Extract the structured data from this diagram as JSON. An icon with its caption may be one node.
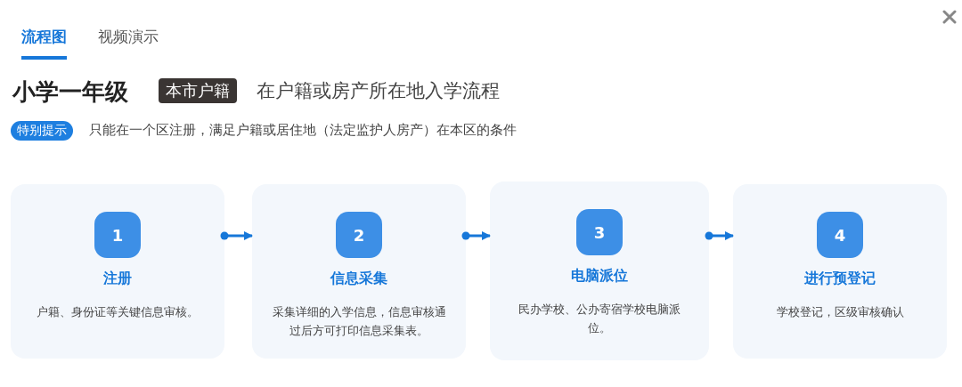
{
  "diagram": {
    "nodes": [
      {
        "text": [
          "1",
          "注册",
          "户籍、身份证等关键信息审核。"
        ]
      },
      {
        "text": [
          "2",
          "信息采集",
          "采集详细的入学信息，信息审核通过后方可打印信息采集表。"
        ]
      },
      {
        "text": [
          "3",
          "电脑派位",
          "民办学校、公办寄宿学校电脑派位。"
        ]
      },
      {
        "text": [
          "4",
          "进行预登记",
          "学校登记，区级审核确认"
        ]
      }
    ],
    "edges": [
      {
        "from": 0,
        "to": 1,
        "arrow": "to"
      },
      {
        "from": 1,
        "to": 2,
        "arrow": "to"
      },
      {
        "from": 2,
        "to": 3,
        "arrow": "to"
      }
    ],
    "labels": [
      "流程图",
      "视频演示",
      "小学一年级",
      "本市户籍",
      "在户籍或房产所在地入学流程",
      "特别提示",
      "只能在一个区注册，满足户籍或居住地（法定监护人房产）在本区的条件"
    ]
  }
}
